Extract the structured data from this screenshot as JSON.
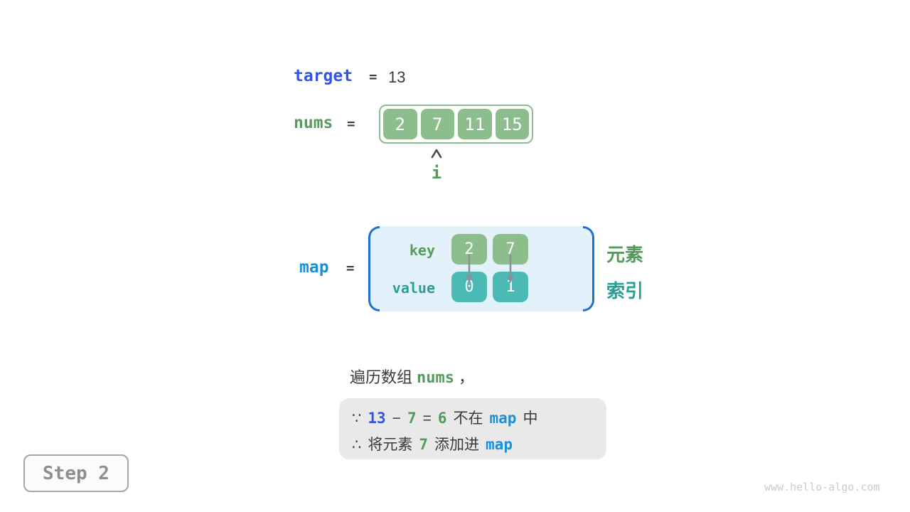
{
  "colors": {
    "royal_blue": "#3355e2",
    "azure": "#1990d8",
    "green_text": "#569b5b",
    "teal_text": "#2b9f97",
    "green_cell": "#8bbd8d",
    "teal_cell": "#4cbab4",
    "dark": "#3a3a3a",
    "map_bg": "#e3f1fa",
    "bracket_blue": "#1d72cf",
    "note_bg": "#e9e9e9",
    "step_gray": "#8e8e8e",
    "arrow_gray": "#8b9198",
    "watermark_gray": "#cbcbcb"
  },
  "target": {
    "label": "target",
    "eq": "=",
    "value": "13"
  },
  "nums": {
    "label": "nums",
    "eq": "=",
    "cells": [
      "2",
      "7",
      "11",
      "15"
    ],
    "pointer": "i"
  },
  "map": {
    "label": "map",
    "eq": "=",
    "key_label": "key",
    "value_label": "value",
    "keys": [
      "2",
      "7"
    ],
    "values": [
      "0",
      "1"
    ],
    "side_labels": {
      "element": "元素",
      "index": "索引"
    }
  },
  "caption": {
    "text": "遍历数组",
    "code": "nums",
    "comma": "，"
  },
  "note": {
    "line1": {
      "sym": "∵",
      "a": "13",
      "minus": "−",
      "b": "7",
      "eq": "=",
      "c": "6",
      "text": "不在",
      "code": "map",
      "suffix": "中"
    },
    "line2": {
      "sym": "∴",
      "text1": "将元素",
      "num": "7",
      "text2": "添加进",
      "code": "map"
    }
  },
  "step_label": "Step 2",
  "watermark": "www.hello-algo.com"
}
